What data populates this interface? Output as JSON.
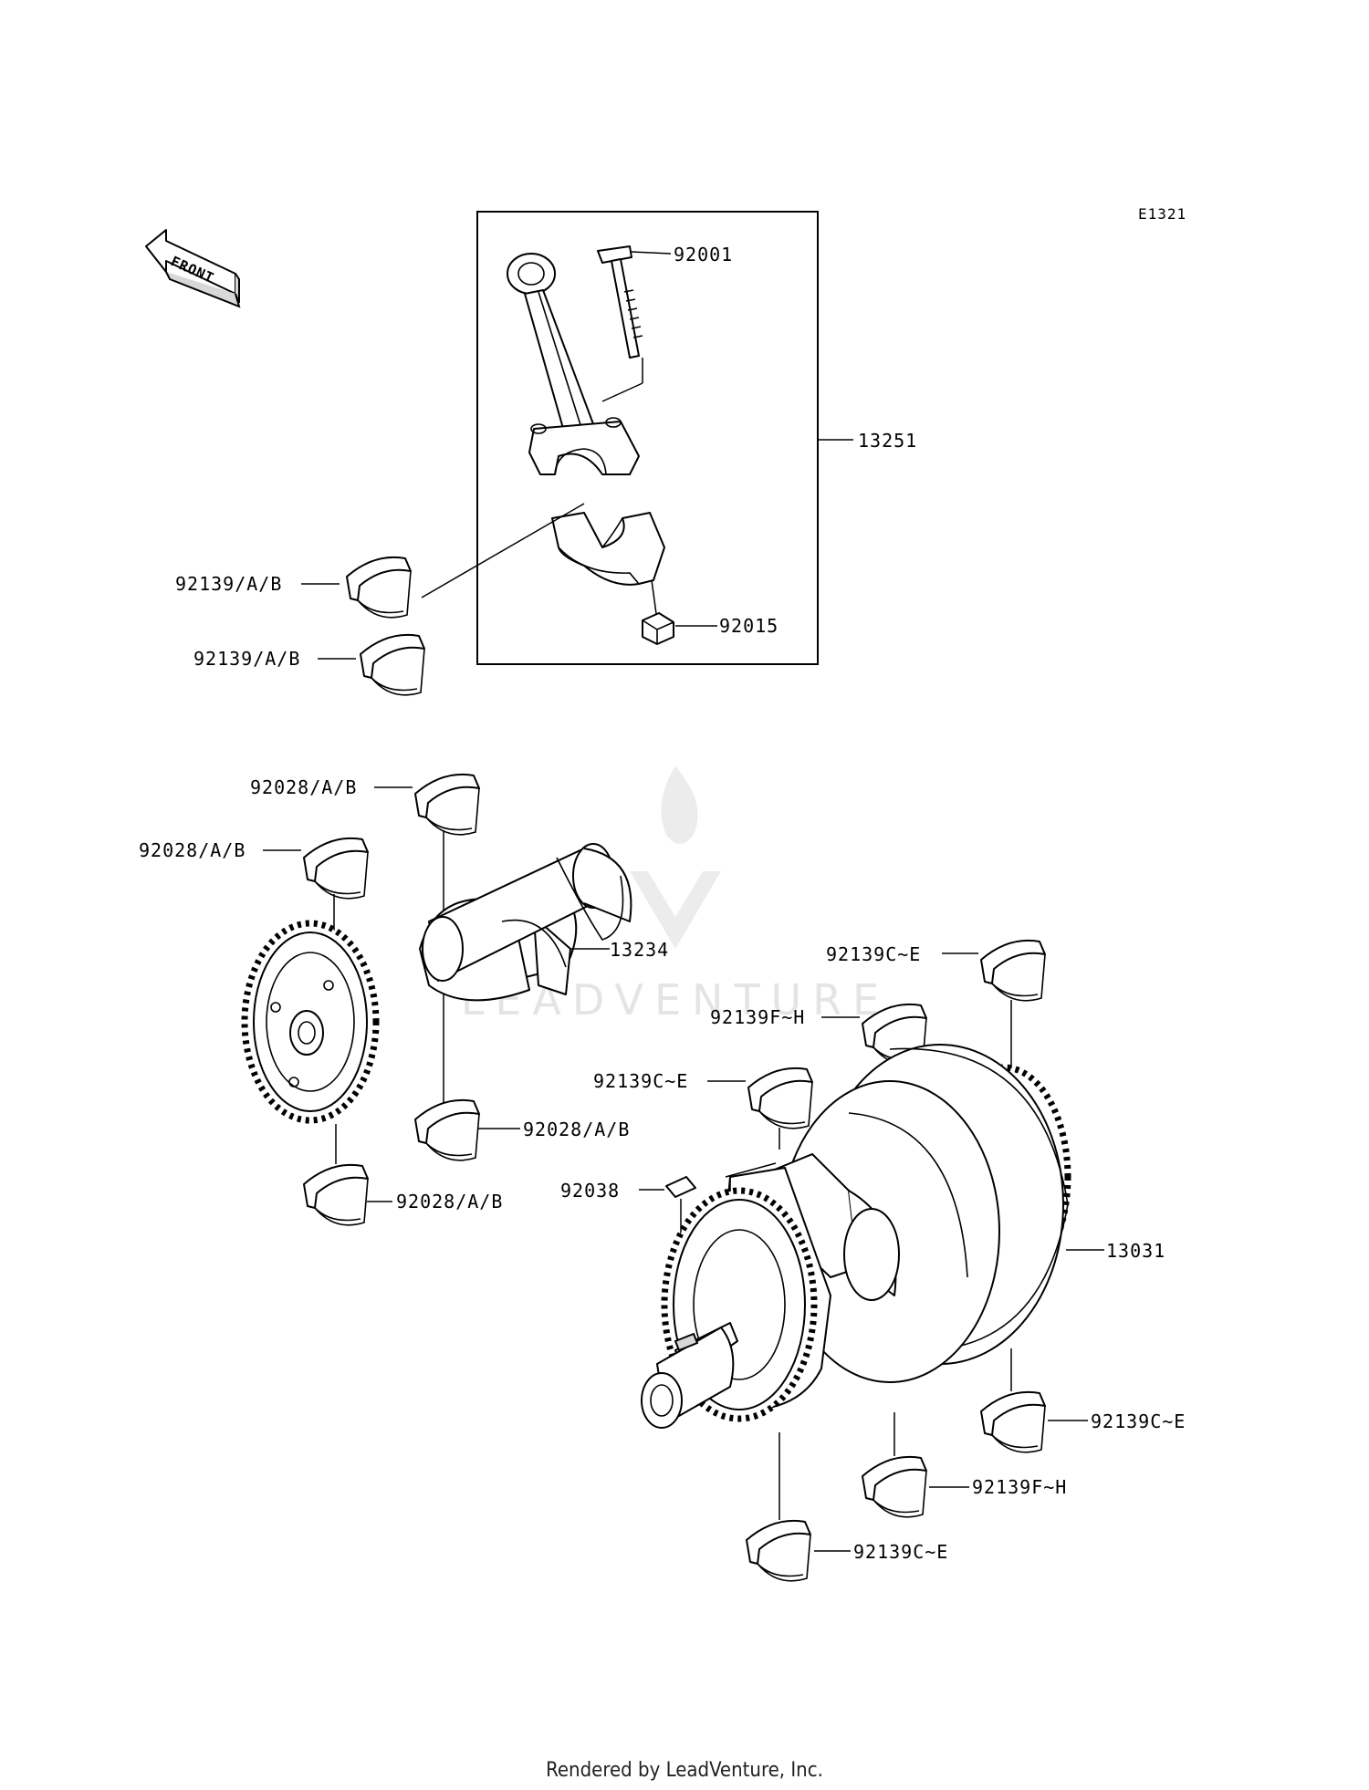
{
  "diagram": {
    "code": "E1321",
    "front_label": "FRONT",
    "watermark_text": "LEADVENTURE",
    "footer": "Rendered by LeadVenture, Inc.",
    "callouts": {
      "bolt": "92001",
      "conrod_assy": "13251",
      "conrod_nut": "92015",
      "conrod_bearing_upper": "92139/A/B",
      "conrod_bearing_lower": "92139/A/B",
      "balancer_bearing_1": "92028/A/B",
      "balancer_bearing_2": "92028/A/B",
      "balancer_bearing_3": "92028/A/B",
      "balancer_bearing_4": "92028/A/B",
      "balancer_shaft": "13234",
      "crank_bearing_top_right": "92139C~E",
      "crank_bearing_mid": "92139F~H",
      "crank_bearing_left": "92139C~E",
      "woodruff_key": "92038",
      "crankshaft": "13031",
      "crank_bearing_lower_right": "92139C~E",
      "crank_bearing_lower_mid": "92139F~H",
      "crank_bearing_lower_left": "92139C~E"
    }
  }
}
